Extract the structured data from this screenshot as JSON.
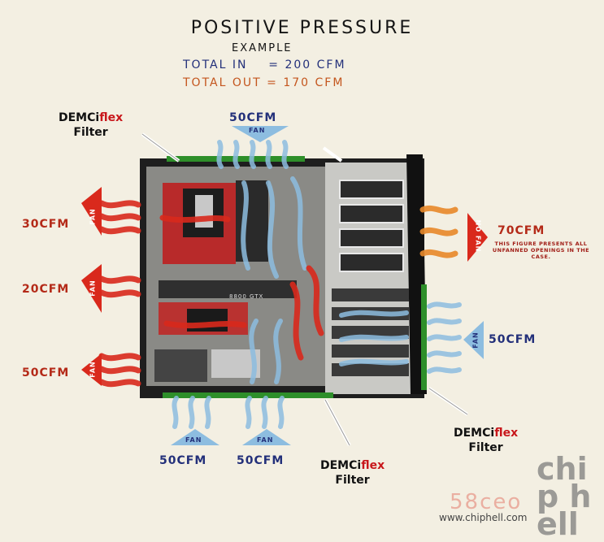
{
  "header": {
    "title": "POSITIVE PRESSURE",
    "subtitle": "EXAMPLE",
    "total_in": "TOTAL IN    = 200 CFM",
    "total_out": "TOTAL OUT = 170 CFM"
  },
  "fan_label": "FAN",
  "no_fan_label": "NO FAN",
  "flows": {
    "top_in": "50CFM",
    "left_out_1": "30CFM",
    "left_out_2": "20CFM",
    "left_out_3": "50CFM",
    "right_out": "70CFM",
    "right_in": "50CFM",
    "bottom_in_1": "50CFM",
    "bottom_in_2": "50CFM"
  },
  "filter": {
    "brand": "DEMCi",
    "brand_accent": "flex",
    "word": "Filter"
  },
  "note": "THIS FIGURE PRESENTS ALL UNFANNED OPENINGS IN THE CASE.",
  "case_labels": {
    "gpu": "8800 GTX"
  },
  "watermark": {
    "text": "58ceo",
    "logo": "chip hell",
    "credit": "www.chiphell.com"
  },
  "colors": {
    "intake": "#8dbde0",
    "exhaust_red": "#d9291c",
    "exhaust_orange": "#e8892a",
    "filter_green": "#2e8f2a",
    "case_dark": "#2a2a2a"
  }
}
